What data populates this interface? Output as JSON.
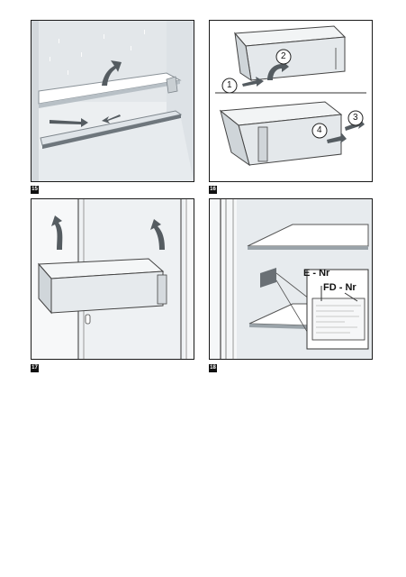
{
  "figures": [
    {
      "number": "15"
    },
    {
      "number": "16",
      "steps": [
        "1",
        "2",
        "3",
        "4"
      ]
    },
    {
      "number": "17"
    },
    {
      "number": "18",
      "labels": {
        "e_nr": "E - Nr",
        "fd_nr": "FD - Nr"
      }
    }
  ]
}
